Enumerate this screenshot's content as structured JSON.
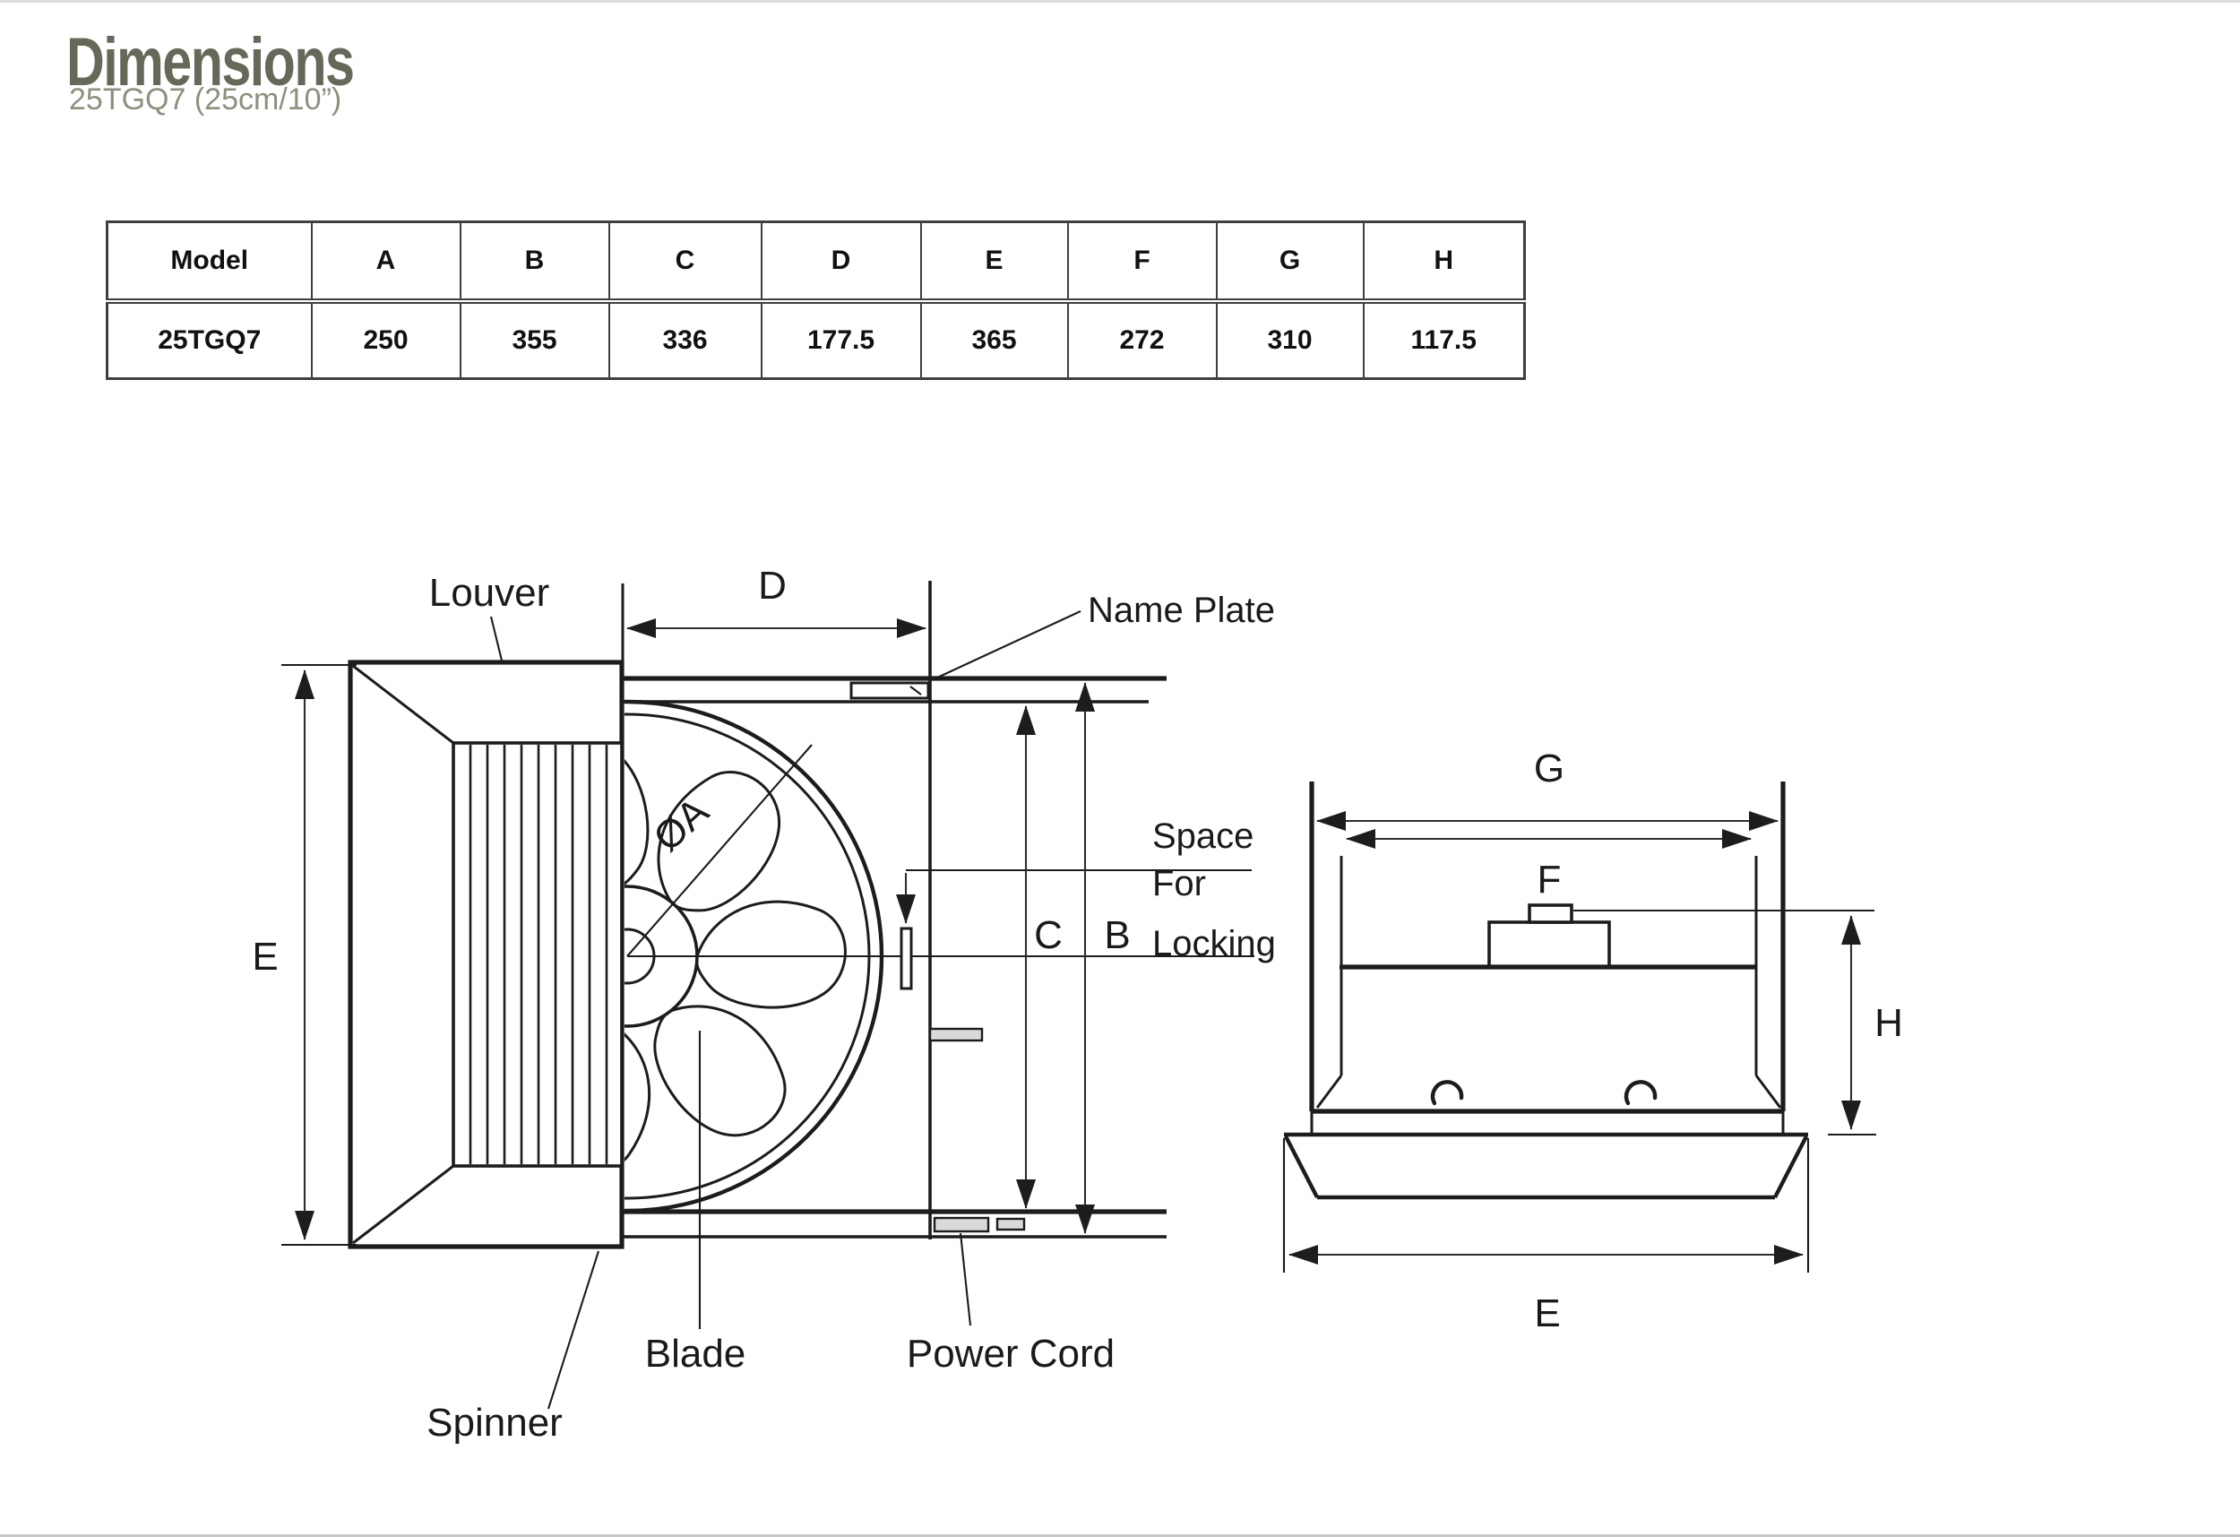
{
  "header": {
    "title": "Dimensions",
    "subtitle": "25TGQ7 (25cm/10”)"
  },
  "table": {
    "headers": [
      "Model",
      "A",
      "B",
      "C",
      "D",
      "E",
      "F",
      "G",
      "H"
    ],
    "row": {
      "model": "25TGQ7",
      "values": [
        "250",
        "355",
        "336",
        "177.5",
        "365",
        "272",
        "310",
        "117.5"
      ]
    }
  },
  "side_view": {
    "part_labels": {
      "louver": "Louver",
      "name_plate": "Name Plate",
      "space_for_locking_line1": "Space",
      "space_for_locking_line2": "For",
      "space_for_locking_line3": "Locking",
      "spinner": "Spinner",
      "blade": "Blade",
      "power_cord": "Power Cord"
    },
    "dim_labels": {
      "d": "D",
      "e": "E",
      "c": "C",
      "b": "B",
      "diameter_a": "ØA"
    }
  },
  "rear_view": {
    "dim_labels": {
      "g": "G",
      "f": "F",
      "h": "H",
      "e": "E"
    }
  },
  "colors": {
    "title": "#68685A",
    "subtitle": "#8F8F7E",
    "drawing_line": "#1C1C1C",
    "dimension_line": "#2E2E2E",
    "table_border": "#3F3F3F",
    "label_text": "#1A1A1A",
    "background": "#FFFFFF"
  }
}
